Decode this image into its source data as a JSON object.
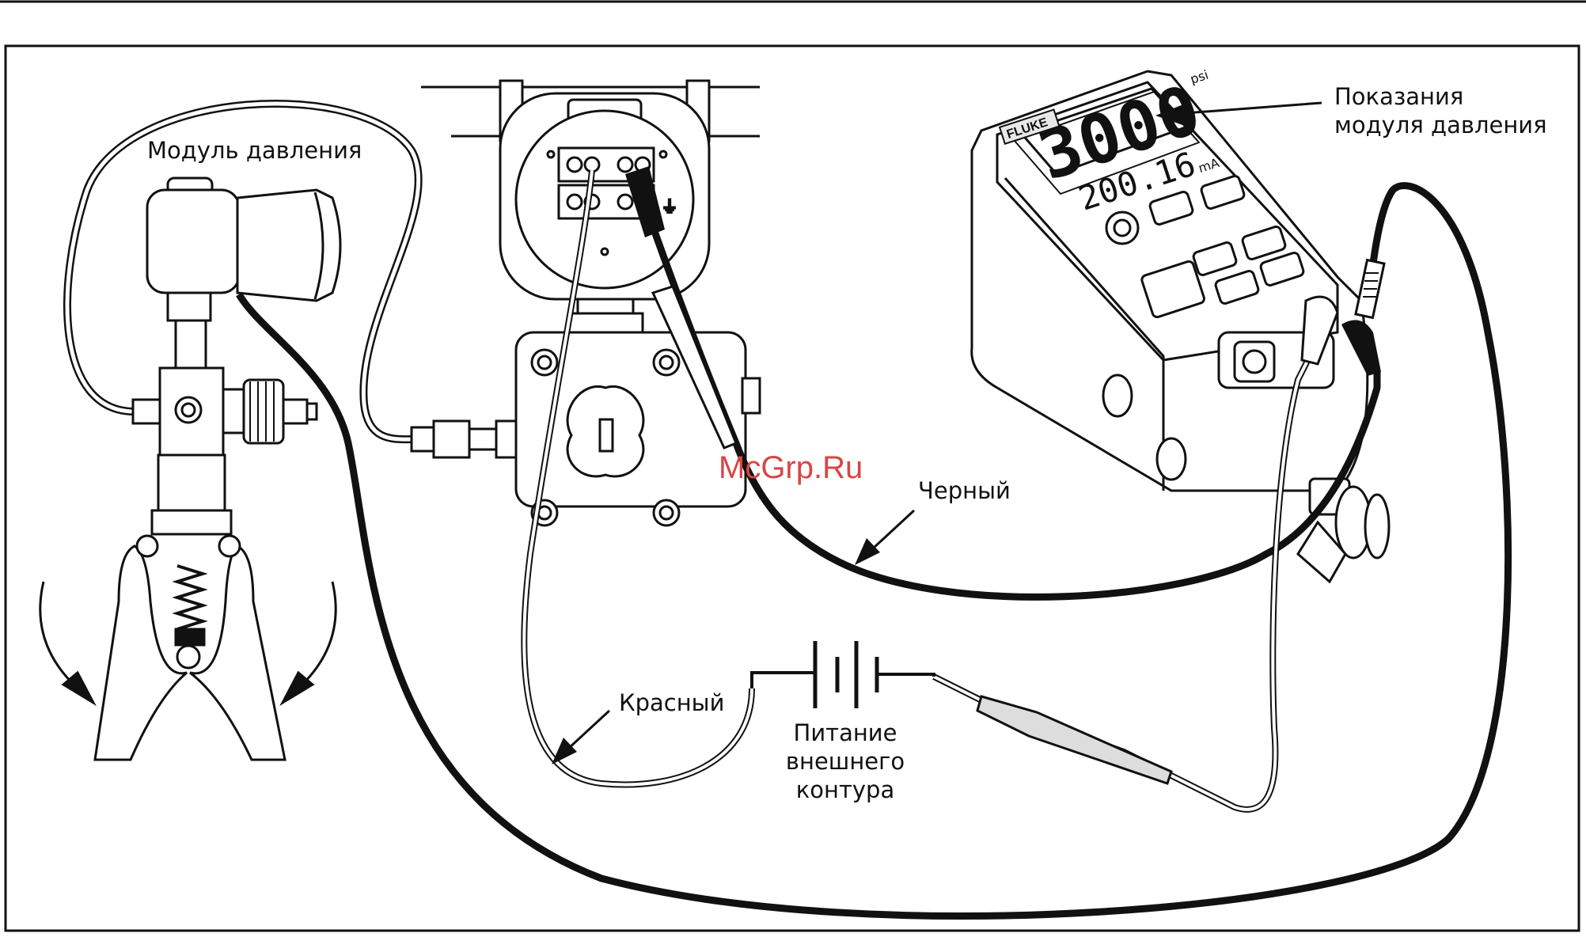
{
  "labels": {
    "pressure_module": "Модуль давления",
    "pressure_readout_line1": "Показания",
    "pressure_readout_line2": "модуля давления",
    "black_lead": "Черный",
    "red_lead": "Красный",
    "loop_supply_line1": "Питание",
    "loop_supply_line2": "внешнего",
    "loop_supply_line3": "контура"
  },
  "watermark": "McGrp.Ru",
  "calibrator": {
    "brand": "FLUKE",
    "pressure_value": "3000",
    "pressure_unit": "psi",
    "current_value": "200.16",
    "current_unit": "mA"
  }
}
